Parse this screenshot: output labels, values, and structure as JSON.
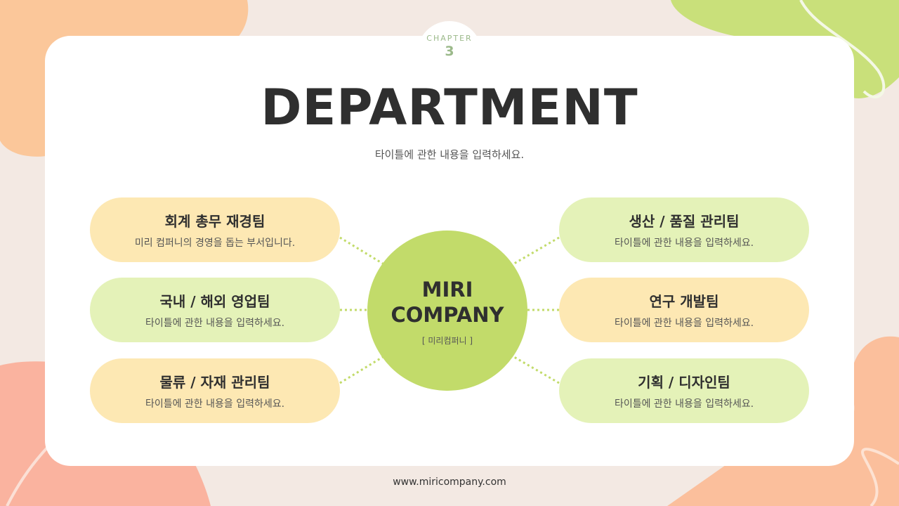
{
  "chapter": {
    "label": "CHAPTER",
    "number": "3"
  },
  "title": "DEPARTMENT",
  "subtitle": "타이틀에 관한 내용을 입력하세요.",
  "center": {
    "line1": "MIRI",
    "line2": "COMPANY",
    "sub": "[ 미리컴퍼니 ]"
  },
  "departments": [
    {
      "name": "회계 총무 재경팀",
      "desc": "미리 컴퍼니의 경영을 돕는 부서입니다.",
      "color": "#fde8b3"
    },
    {
      "name": "국내 / 해외 영업팀",
      "desc": "타이틀에 관한 내용을 입력하세요.",
      "color": "#e4f2b8"
    },
    {
      "name": "물류 / 자재 관리팀",
      "desc": "타이틀에 관한 내용을 입력하세요.",
      "color": "#fde8b3"
    },
    {
      "name": "생산 / 품질 관리팀",
      "desc": "타이틀에 관한 내용을 입력하세요.",
      "color": "#e4f2b8"
    },
    {
      "name": "연구 개발팀",
      "desc": "타이틀에 관한 내용을 입력하세요.",
      "color": "#fde8b3"
    },
    {
      "name": "기획 / 디자인팀",
      "desc": "타이틀에 관한 내용을 입력하세요.",
      "color": "#e4f2b8"
    }
  ],
  "footer": "www.miricompany.com",
  "colors": {
    "accent_green": "#c2db6a",
    "pill_yellow": "#fde8b3",
    "pill_green": "#e4f2b8",
    "background": "#f3e9e3"
  }
}
